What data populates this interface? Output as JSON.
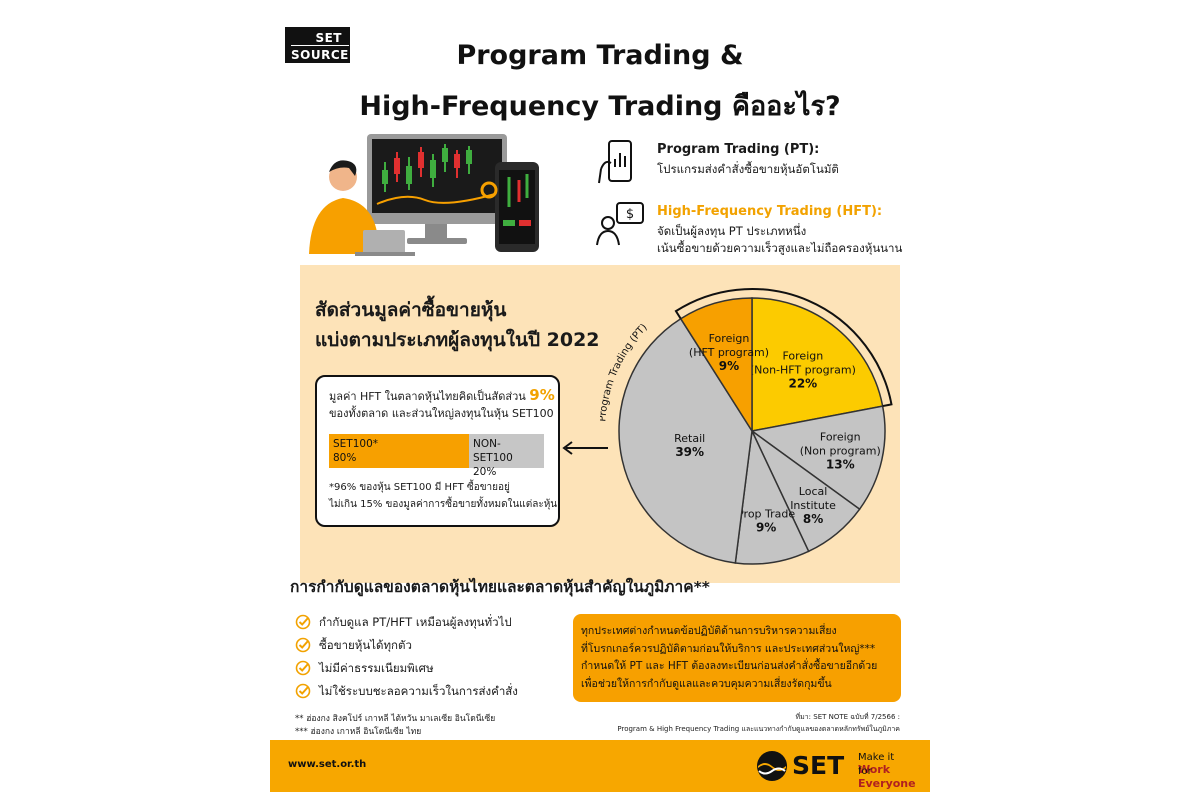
{
  "brand": {
    "source_line1": "SET",
    "source_line2": "SOURCE"
  },
  "title": {
    "line1": "Program Trading &",
    "line2": "High-Frequency Trading คืออะไร?"
  },
  "definitions": [
    {
      "title": "Program Trading (PT):",
      "text": "โปรแกรมส่งคำสั่งซื้อขายหุ้นอัตโนมัติ",
      "icon": "phone-chart-icon"
    },
    {
      "title": "High-Frequency Trading (HFT):",
      "text_line1": "จัดเป็นผู้ลงทุน PT ประเภทหนึ่ง",
      "text_line2": "เน้นซื้อขายด้วยความเร็วสูงและไม่ถือครองหุ้นนาน",
      "icon": "investor-dollar-icon"
    }
  ],
  "share": {
    "heading_line1": "สัดส่วนมูลค่าซื้อขายหุ้น",
    "heading_line2": "แบ่งตามประเภทผู้ลงทุนในปี 2022",
    "hft_line1": "มูลค่า HFT ในตลาดหุ้นไทยคิดเป็นสัดส่วน",
    "hft_pct": "9%",
    "hft_line2": "ของทั้งตลาด และส่วนใหญ่ลงทุนในหุ้น SET100",
    "bar": [
      {
        "label": "SET100*",
        "pct": "80%",
        "value": 80
      },
      {
        "label": "NON-SET100",
        "pct": "20%",
        "value": 20
      }
    ],
    "note_line1": "*96% ของหุ้น SET100 มี HFT ซื้อขายอยู่",
    "note_line2": "ไม่เกิน 15% ของมูลค่าการซื้อขายทั้งหมดในแต่ละหุ้น"
  },
  "chart_data": {
    "type": "pie",
    "title": "",
    "bracket_label": "Program Trading (PT)",
    "slices": [
      {
        "label_line1": "Foreign",
        "label_line2": "(Non-HFT program)",
        "value": 22,
        "pct": "22%",
        "color": "#fccb00"
      },
      {
        "label_line1": "Foreign",
        "label_line2": "(Non program)",
        "value": 13,
        "pct": "13%",
        "color": "#c4c4c4"
      },
      {
        "label_line1": "Local",
        "label_line2": "Institute",
        "value": 8,
        "pct": "8%",
        "color": "#c4c4c4"
      },
      {
        "label_line1": "Prop Trade",
        "label_line2": "",
        "value": 9,
        "pct": "9%",
        "color": "#c4c4c4"
      },
      {
        "label_line1": "Retail",
        "label_line2": "",
        "value": 39,
        "pct": "39%",
        "color": "#c4c4c4"
      },
      {
        "label_line1": "Foreign",
        "label_line2": "(HFT program)",
        "value": 9,
        "pct": "9%",
        "color": "#f7a000"
      }
    ]
  },
  "regulation": {
    "heading": "การกำกับดูแลของตลาดหุ้นไทยและตลาดหุ้นสำคัญในภูมิภาค**",
    "items": [
      "กำกับดูแล PT/HFT เหมือนผู้ลงทุนทั่วไป",
      "ซื้อขายหุ้นได้ทุกตัว",
      "ไม่มีค่าธรรมเนียมพิเศษ",
      "ไม่ใช้ระบบชะลอความเร็วในการส่งคำสั่ง"
    ],
    "box_lines": [
      "ทุกประเทศต่างกำหนดข้อปฏิบัติด้านการบริหารความเสี่ยง",
      "ที่โบรกเกอร์ควรปฏิบัติตามก่อนให้บริการ และประเทศส่วนใหญ่***",
      "กำหนดให้ PT และ HFT ต้องลงทะเบียนก่อนส่งคำสั่งซื้อขายอีกด้วย",
      "เพื่อช่วยให้การกำกับดูแลและควบคุมความเสี่ยงรัดกุมขึ้น"
    ]
  },
  "footnotes": {
    "fn1": "**  ฮ่องกง สิงคโปร์ เกาหลี ไต้หวัน มาเลเซีย อินโดนีเซีย",
    "fn2": "***  ฮ่องกง เกาหลี อินโดนีเซีย ไทย",
    "src1": "ที่มา: SET NOTE ฉบับที่ 7/2566 :",
    "src2": "Program & High Frequency Trading และแนวทางกำกับดูแลของตลาดหลักทรัพย์ในภูมิภาค"
  },
  "footer": {
    "url": "www.set.or.th",
    "logo_text": "SET",
    "tag_line1_prefix": "Make it ",
    "tag_line1_bold": "Work",
    "tag_line2_prefix": "for ",
    "tag_line2_bold": "Everyone"
  }
}
